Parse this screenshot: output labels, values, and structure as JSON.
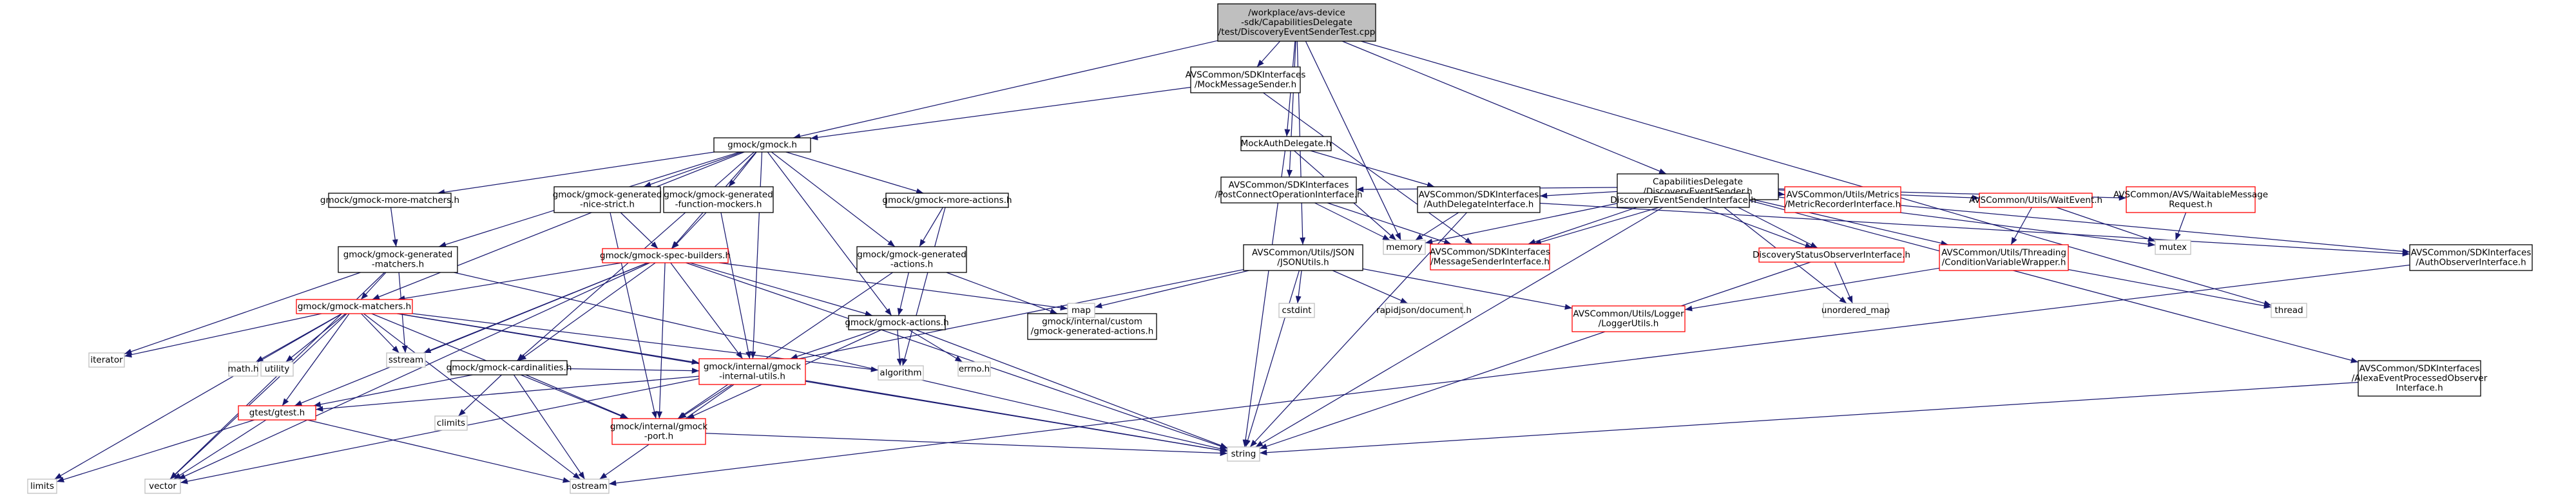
{
  "nodes": [
    {
      "id": "root",
      "lines": [
        "/workplace/avs-device",
        "-sdk/CapabilitiesDelegate",
        "/test/DiscoveryEventSenderTest.cpp"
      ],
      "style": "root"
    },
    {
      "id": "gmock",
      "lines": [
        "gmock/gmock.h"
      ],
      "style": "normal"
    },
    {
      "id": "mockmsg",
      "lines": [
        "AVSCommon/SDKInterfaces",
        "/MockMessageSender.h"
      ],
      "style": "normal"
    },
    {
      "id": "mockauth",
      "lines": [
        "MockAuthDelegate.h"
      ],
      "style": "normal"
    },
    {
      "id": "capdes",
      "lines": [
        "CapabilitiesDelegate",
        "/DiscoveryEventSender.h"
      ],
      "style": "normal"
    },
    {
      "id": "moremat",
      "lines": [
        "gmock/gmock-more-matchers.h"
      ],
      "style": "normal"
    },
    {
      "id": "nicestrict",
      "lines": [
        "gmock/gmock-generated",
        "-nice-strict.h"
      ],
      "style": "normal"
    },
    {
      "id": "funcmock",
      "lines": [
        "gmock/gmock-generated",
        "-function-mockers.h"
      ],
      "style": "normal"
    },
    {
      "id": "moreact",
      "lines": [
        "gmock/gmock-more-actions.h"
      ],
      "style": "normal"
    },
    {
      "id": "genmat",
      "lines": [
        "gmock/gmock-generated",
        "-matchers.h"
      ],
      "style": "normal"
    },
    {
      "id": "specb",
      "lines": [
        "gmock/gmock-spec-builders.h"
      ],
      "style": "red"
    },
    {
      "id": "genact",
      "lines": [
        "gmock/gmock-generated",
        "-actions.h"
      ],
      "style": "normal"
    },
    {
      "id": "postconn",
      "lines": [
        "AVSCommon/SDKInterfaces",
        "/PostConnectOperationInterface.h"
      ],
      "style": "normal"
    },
    {
      "id": "authdel",
      "lines": [
        "AVSCommon/SDKInterfaces",
        "/AuthDelegateInterface.h"
      ],
      "style": "normal"
    },
    {
      "id": "jsonutils",
      "lines": [
        "AVSCommon/Utils/JSON",
        "/JSONUtils.h"
      ],
      "style": "normal"
    },
    {
      "id": "desi",
      "lines": [
        "DiscoveryEventSenderInterface.h"
      ],
      "style": "normal"
    },
    {
      "id": "metricrec",
      "lines": [
        "AVSCommon/Utils/Metrics",
        "/MetricRecorderInterface.h"
      ],
      "style": "red"
    },
    {
      "id": "waitevent",
      "lines": [
        "AVSCommon/Utils/WaitEvent.h"
      ],
      "style": "red"
    },
    {
      "id": "waitreq",
      "lines": [
        "AVSCommon/AVS/WaitableMessage",
        "Request.h"
      ],
      "style": "red"
    },
    {
      "id": "matchers",
      "lines": [
        "gmock/gmock-matchers.h"
      ],
      "style": "red"
    },
    {
      "id": "actions",
      "lines": [
        "gmock/gmock-actions.h"
      ],
      "style": "normal"
    },
    {
      "id": "gmockcustom",
      "lines": [
        "gmock/internal/custom",
        "/gmock-generated-actions.h"
      ],
      "style": "normal"
    },
    {
      "id": "msi",
      "lines": [
        "AVSCommon/SDKInterfaces",
        "/MessageSenderInterface.h"
      ],
      "style": "red"
    },
    {
      "id": "dsoi",
      "lines": [
        "DiscoveryStatusObserverInterface.h"
      ],
      "style": "red"
    },
    {
      "id": "condvar",
      "lines": [
        "AVSCommon/Utils/Threading",
        "/ConditionVariableWrapper.h"
      ],
      "style": "red"
    },
    {
      "id": "authobs",
      "lines": [
        "AVSCommon/SDKInterfaces",
        "/AuthObserverInterface.h"
      ],
      "style": "normal"
    },
    {
      "id": "cardin",
      "lines": [
        "gmock/gmock-cardinalities.h"
      ],
      "style": "normal"
    },
    {
      "id": "intutils",
      "lines": [
        "gmock/internal/gmock",
        "-internal-utils.h"
      ],
      "style": "red"
    },
    {
      "id": "loggerutils",
      "lines": [
        "AVSCommon/Utils/Logger",
        "/LoggerUtils.h"
      ],
      "style": "red"
    },
    {
      "id": "alexaevt",
      "lines": [
        "AVSCommon/SDKInterfaces",
        "/AlexaEventProcessedObserver",
        "Interface.h"
      ],
      "style": "normal"
    },
    {
      "id": "gtest",
      "lines": [
        "gtest/gtest.h"
      ],
      "style": "red"
    },
    {
      "id": "gmockport",
      "lines": [
        "gmock/internal/gmock",
        "-port.h"
      ],
      "style": "red"
    },
    {
      "id": "memory",
      "lines": [
        "memory"
      ],
      "style": "gray"
    },
    {
      "id": "map",
      "lines": [
        "map"
      ],
      "style": "gray"
    },
    {
      "id": "cstdint",
      "lines": [
        "cstdint"
      ],
      "style": "gray"
    },
    {
      "id": "rapidjson",
      "lines": [
        "rapidjson/document.h"
      ],
      "style": "gray"
    },
    {
      "id": "mutex",
      "lines": [
        "mutex"
      ],
      "style": "gray"
    },
    {
      "id": "thread",
      "lines": [
        "thread"
      ],
      "style": "gray"
    },
    {
      "id": "unordmap",
      "lines": [
        "unordered_map"
      ],
      "style": "gray"
    },
    {
      "id": "iterator",
      "lines": [
        "iterator"
      ],
      "style": "gray"
    },
    {
      "id": "sstream",
      "lines": [
        "sstream"
      ],
      "style": "gray"
    },
    {
      "id": "math",
      "lines": [
        "math.h"
      ],
      "style": "gray"
    },
    {
      "id": "utility",
      "lines": [
        "utility"
      ],
      "style": "gray"
    },
    {
      "id": "algorithm",
      "lines": [
        "algorithm"
      ],
      "style": "gray"
    },
    {
      "id": "errno",
      "lines": [
        "errno.h"
      ],
      "style": "gray"
    },
    {
      "id": "climits",
      "lines": [
        "climits"
      ],
      "style": "gray"
    },
    {
      "id": "string",
      "lines": [
        "string"
      ],
      "style": "gray"
    },
    {
      "id": "limits",
      "lines": [
        "limits"
      ],
      "style": "gray"
    },
    {
      "id": "vector",
      "lines": [
        "vector"
      ],
      "style": "gray"
    },
    {
      "id": "ostream",
      "lines": [
        "ostream"
      ],
      "style": "gray"
    }
  ],
  "edges": [
    [
      "root",
      "gmock"
    ],
    [
      "root",
      "mockmsg"
    ],
    [
      "root",
      "mockauth"
    ],
    [
      "root",
      "capdes"
    ],
    [
      "root",
      "memory"
    ],
    [
      "root",
      "jsonutils"
    ],
    [
      "root",
      "postconn"
    ],
    [
      "root",
      "thread"
    ],
    [
      "mockmsg",
      "gmock"
    ],
    [
      "mockmsg",
      "msi"
    ],
    [
      "mockauth",
      "authdel"
    ],
    [
      "mockauth",
      "memory"
    ],
    [
      "mockauth",
      "string"
    ],
    [
      "gmock",
      "moremat"
    ],
    [
      "gmock",
      "nicestrict"
    ],
    [
      "gmock",
      "funcmock"
    ],
    [
      "gmock",
      "moreact"
    ],
    [
      "gmock",
      "genmat"
    ],
    [
      "gmock",
      "matchers"
    ],
    [
      "gmock",
      "actions"
    ],
    [
      "gmock",
      "genact"
    ],
    [
      "gmock",
      "cardin"
    ],
    [
      "gmock",
      "intutils"
    ],
    [
      "gmock",
      "specb"
    ],
    [
      "moremat",
      "genmat"
    ],
    [
      "nicestrict",
      "specb"
    ],
    [
      "nicestrict",
      "gmockport"
    ],
    [
      "funcmock",
      "specb"
    ],
    [
      "funcmock",
      "intutils"
    ],
    [
      "moreact",
      "genact"
    ],
    [
      "moreact",
      "algorithm"
    ],
    [
      "genmat",
      "matchers"
    ],
    [
      "genmat",
      "iterator"
    ],
    [
      "genmat",
      "sstream"
    ],
    [
      "genmat",
      "string"
    ],
    [
      "genmat",
      "vector"
    ],
    [
      "specb",
      "matchers"
    ],
    [
      "specb",
      "actions"
    ],
    [
      "specb",
      "cardin"
    ],
    [
      "specb",
      "intutils"
    ],
    [
      "specb",
      "gmockport"
    ],
    [
      "specb",
      "gtest"
    ],
    [
      "specb",
      "map"
    ],
    [
      "specb",
      "sstream"
    ],
    [
      "specb",
      "string"
    ],
    [
      "specb",
      "vector"
    ],
    [
      "genact",
      "actions"
    ],
    [
      "genact",
      "gmockcustom"
    ],
    [
      "genact",
      "gmockport"
    ],
    [
      "matchers",
      "intutils"
    ],
    [
      "matchers",
      "gmockport"
    ],
    [
      "matchers",
      "gtest"
    ],
    [
      "matchers",
      "iterator"
    ],
    [
      "matchers",
      "math"
    ],
    [
      "matchers",
      "utility"
    ],
    [
      "matchers",
      "sstream"
    ],
    [
      "matchers",
      "algorithm"
    ],
    [
      "matchers",
      "limits"
    ],
    [
      "matchers",
      "vector"
    ],
    [
      "matchers",
      "ostream"
    ],
    [
      "matchers",
      "string"
    ],
    [
      "actions",
      "intutils"
    ],
    [
      "actions",
      "gmockport"
    ],
    [
      "actions",
      "algorithm"
    ],
    [
      "actions",
      "errno"
    ],
    [
      "actions",
      "string"
    ],
    [
      "cardin",
      "intutils"
    ],
    [
      "cardin",
      "gmockport"
    ],
    [
      "cardin",
      "gtest"
    ],
    [
      "cardin",
      "climits"
    ],
    [
      "cardin",
      "ostream"
    ],
    [
      "intutils",
      "gmockport"
    ],
    [
      "intutils",
      "gtest"
    ],
    [
      "intutils",
      "ostream"
    ],
    [
      "intutils",
      "string"
    ],
    [
      "gmockport",
      "string"
    ],
    [
      "gtest",
      "limits"
    ],
    [
      "gtest",
      "vector"
    ],
    [
      "gtest",
      "ostream"
    ],
    [
      "postconn",
      "msi"
    ],
    [
      "postconn",
      "memory"
    ],
    [
      "authdel",
      "authobs"
    ],
    [
      "authdel",
      "memory"
    ],
    [
      "authdel",
      "string"
    ],
    [
      "jsonutils",
      "map"
    ],
    [
      "jsonutils",
      "cstdint"
    ],
    [
      "jsonutils",
      "rapidjson"
    ],
    [
      "jsonutils",
      "loggerutils"
    ],
    [
      "jsonutils",
      "string"
    ],
    [
      "jsonutils",
      "vector"
    ],
    [
      "capdes",
      "authdel"
    ],
    [
      "capdes",
      "postconn"
    ],
    [
      "capdes",
      "desi"
    ],
    [
      "capdes",
      "metricrec"
    ],
    [
      "capdes",
      "waitevent"
    ],
    [
      "capdes",
      "waitreq"
    ],
    [
      "capdes",
      "authobs"
    ],
    [
      "capdes",
      "dsoi"
    ],
    [
      "capdes",
      "condvar"
    ],
    [
      "capdes",
      "alexaevt"
    ],
    [
      "capdes",
      "msi"
    ],
    [
      "capdes",
      "memory"
    ],
    [
      "capdes",
      "mutex"
    ],
    [
      "capdes",
      "string"
    ],
    [
      "capdes",
      "unordmap"
    ],
    [
      "desi",
      "dsoi"
    ],
    [
      "desi",
      "msi"
    ],
    [
      "waitevent",
      "condvar"
    ],
    [
      "waitevent",
      "mutex"
    ],
    [
      "waitreq",
      "mutex"
    ],
    [
      "condvar",
      "loggerutils"
    ],
    [
      "condvar",
      "thread"
    ],
    [
      "dsoi",
      "unordmap"
    ],
    [
      "dsoi",
      "string"
    ],
    [
      "authobs",
      "ostream"
    ],
    [
      "alexaevt",
      "string"
    ]
  ]
}
